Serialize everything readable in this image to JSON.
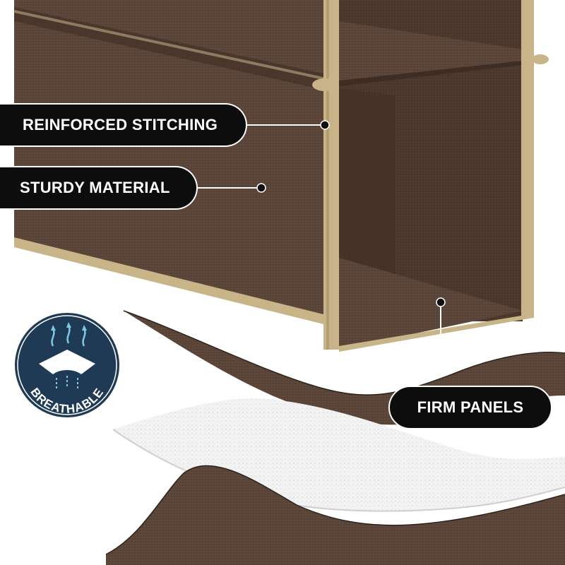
{
  "callouts": {
    "stitching": "REINFORCED STITCHING",
    "material": "STURDY MATERIAL",
    "panels": "FIRM PANELS"
  },
  "badge": {
    "label": "BREATHABLE",
    "icon": "breathable-layers-icon"
  },
  "colors": {
    "fabric": "#5a4538",
    "fabric_dark": "#3e2d24",
    "trim": "#c9b48a",
    "badge_bg": "#1f3a55",
    "callout_bg": "#0d0d0d",
    "core": "#f1f1f1"
  }
}
